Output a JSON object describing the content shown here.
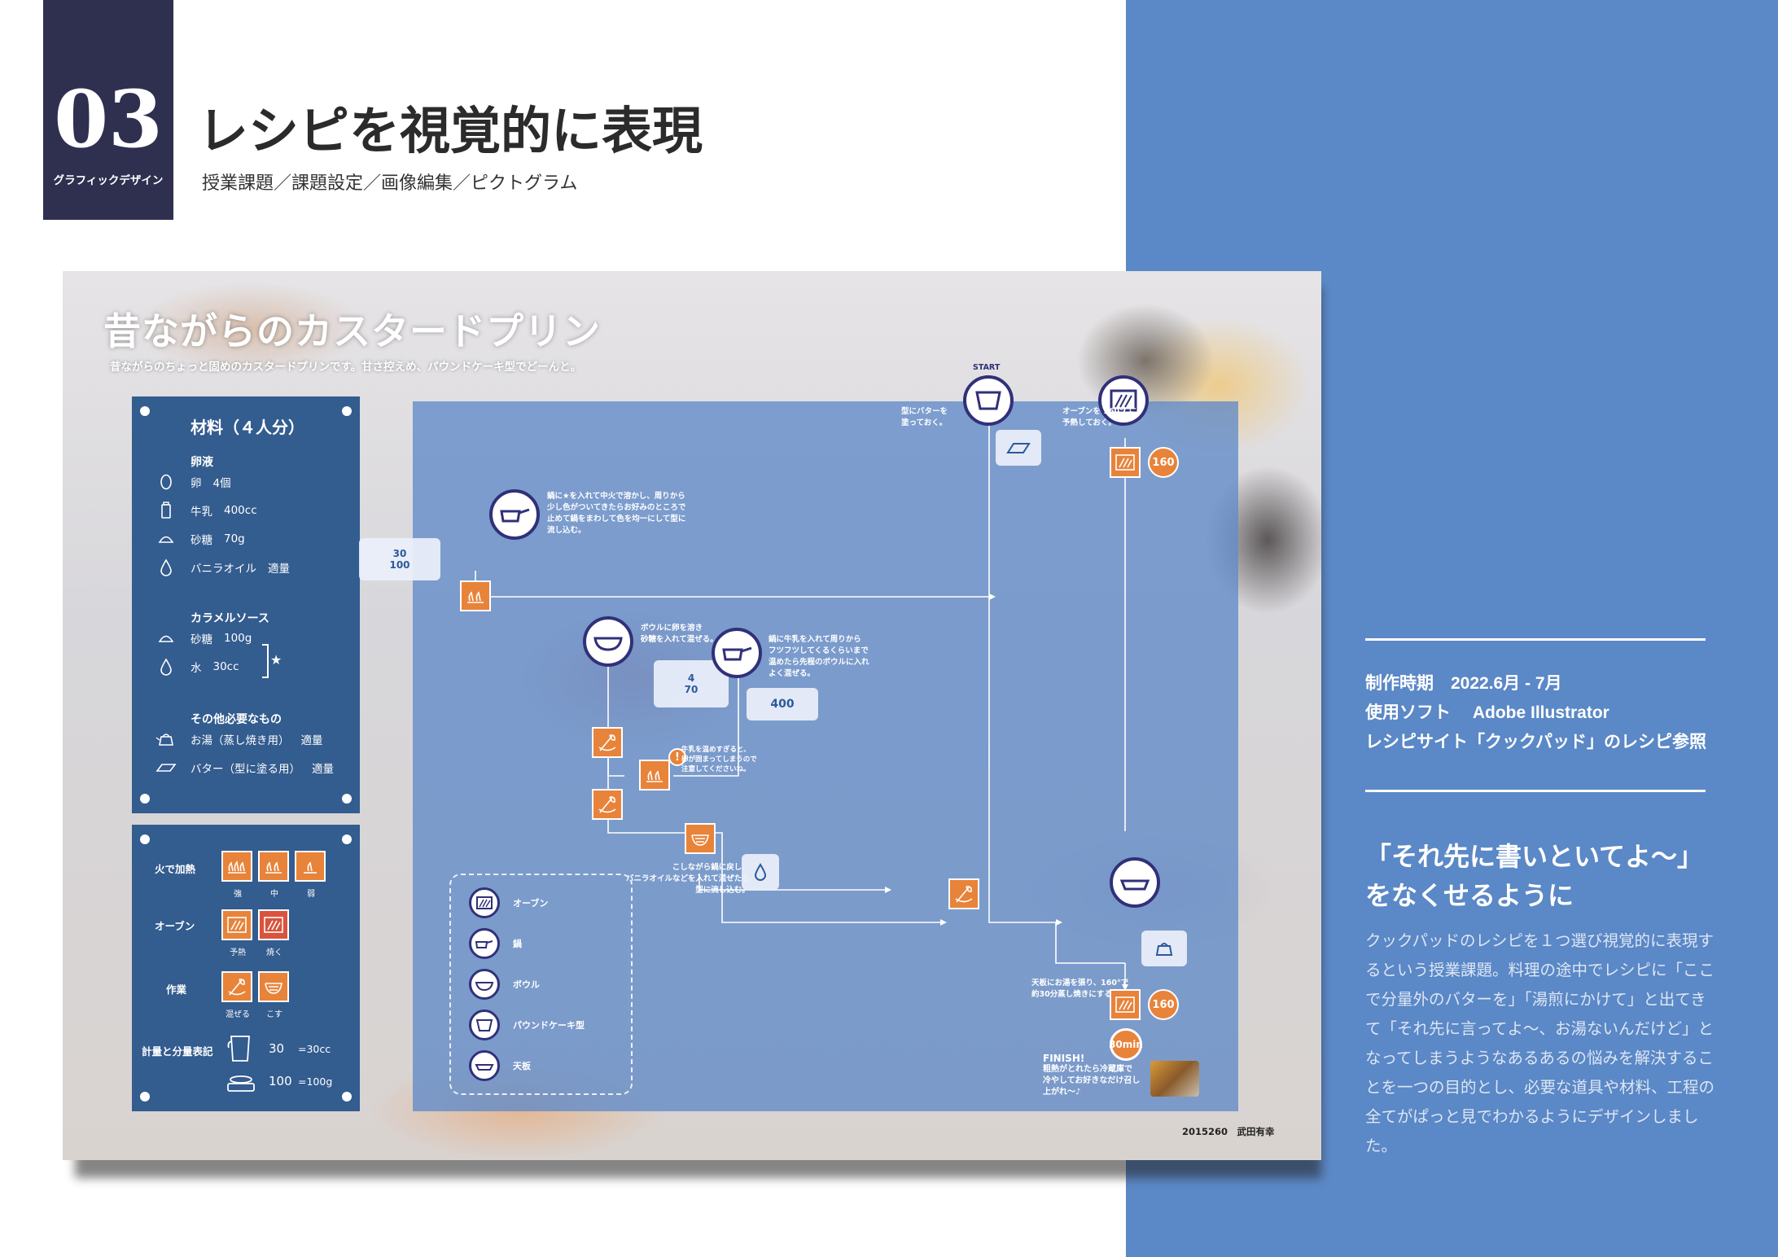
{
  "header": {
    "number": "03",
    "category": "グラフィックデザイン",
    "title": "レシピを視覚的に表現",
    "subtitle": "授業課題／課題設定／画像編集／ピクトグラム"
  },
  "poster": {
    "title": "昔ながらのカスタードプリン",
    "description": "昔ながらのちょっと固めのカスタードプリンです。甘さ控えめ、パウンドケーキ型でどーんと。",
    "credit": "2015260　武田有幸",
    "ingredients": {
      "title": "材料（４人分）",
      "egg_section": "卵液",
      "egg_rows": [
        {
          "name": "卵",
          "amount": "4個"
        },
        {
          "name": "牛乳",
          "amount": "400cc"
        },
        {
          "name": "砂糖",
          "amount": "70g"
        },
        {
          "name": "バニラオイル",
          "amount": "適量"
        }
      ],
      "caramel_section": "カラメルソース",
      "caramel_rows": [
        {
          "name": "砂糖",
          "amount": "100g"
        },
        {
          "name": "水",
          "amount": "30cc"
        }
      ],
      "star": "★",
      "other_section": "その他必要なもの",
      "other_rows": [
        {
          "name": "お湯（蒸し焼き用）",
          "amount": "適量"
        },
        {
          "name": "バター（型に塗る用）",
          "amount": "適量"
        }
      ]
    },
    "legend": {
      "heat_label": "火で加熱",
      "heat_caps": [
        "強",
        "中",
        "弱"
      ],
      "oven_label": "オーブン",
      "oven_caps": [
        "予熱",
        "焼く"
      ],
      "work_label": "作業",
      "work_caps": [
        "混ぜる",
        "こす"
      ],
      "measure_label": "計量と分量表記",
      "measure_rows": [
        {
          "value": "30",
          "eq": "=30cc"
        },
        {
          "value": "100",
          "eq": "=100g"
        }
      ]
    },
    "flow": {
      "start_label": "START",
      "note_mold": "型にバターを\n塗っておく。",
      "note_oven": "オーブンを 160℃に\n予熱しておく。",
      "note_pan": "鍋に★を入れて中火で溶かし、周りから\n少し色がついてきたらお好みのところで\n止めて鍋をまわして色を均一にして型に\n流し込む。",
      "bubble_pan_value": "30",
      "bubble_pan_value2": "100",
      "note_bowl": "ボウルに卵を溶き\n砂糖を入れて混ぜる。",
      "bubble_bowl_value": "4",
      "bubble_bowl_value2": "70",
      "note_milk": "鍋に牛乳を入れて周りから\nフツフツしてくるくらいまで\n温めたら先程のボウルに入れ\nよく混ぜる。",
      "bubble_milk_value": "400",
      "note_warn": "牛乳を温めすぎると、\n卵が固まってしまうので\n注意してくださいね。",
      "note_strain": "こしながら鍋に戻し、\nバニラオイルなどを入れて混ぜたら\n型に流し込む。",
      "note_bake": "天板にお湯を張り、160°で\n約30分蒸し焼きにする。",
      "badge_temp": "160",
      "badge_time": "30min",
      "finish_head": "FINISH!",
      "finish_text": "粗熱がとれたら冷蔵庫で\n冷やしてお好きなだけ召し\n上がれ〜♪",
      "key": [
        "オーブン",
        "鍋",
        "ボウル",
        "パウンドケーキ型",
        "天板"
      ]
    }
  },
  "info": {
    "period": "制作時期　2022.6月 - 7月",
    "software": "使用ソフト　 Adobe Illustrator",
    "reference": "レシピサイト「クックパッド」のレシピ参照",
    "heading_line1": "「それ先に書いといてよ〜」",
    "heading_line2": "をなくせるように",
    "body": "クックパッドのレシピを１つ選び視覚的に表現するという授業課題。料理の途中でレシピに「ここで分量外のバターを」「湯煎にかけて」と出てきて「それ先に言ってよ〜、お湯ないんだけど」となってしまうようなあるあるの悩みを解決することを一つの目的とし、必要な道具や材料、工程の全てがぱっと見でわかるようにデザインしました。"
  },
  "colors": {
    "navy": "#2f3050",
    "panel_blue": "#5b88c6",
    "card_blue": "#335c8f",
    "orange": "#e8833a",
    "red": "#d9533d",
    "icon_outline": "#30307a"
  }
}
